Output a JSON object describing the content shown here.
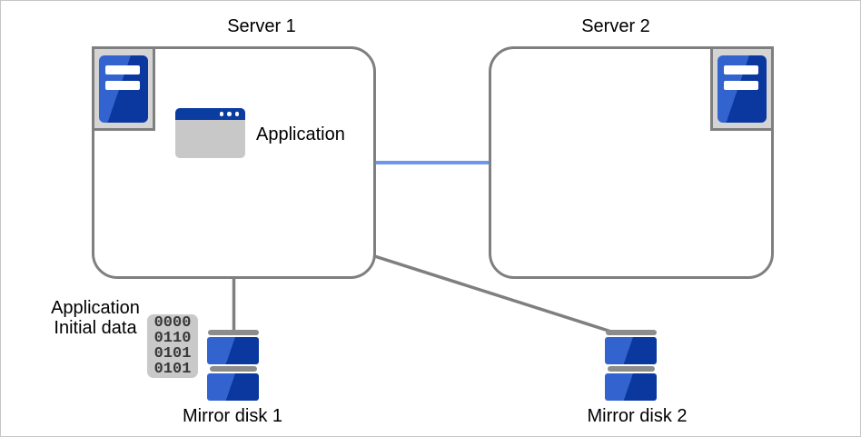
{
  "diagram": {
    "server1": {
      "label": "Server 1"
    },
    "server2": {
      "label": "Server 2"
    },
    "application": {
      "label": "Application"
    },
    "initial_data": {
      "line1": "Application",
      "line2": "Initial data"
    },
    "binary": {
      "rows": [
        "0000",
        "0110",
        "0101",
        "0101"
      ]
    },
    "mirror_disk1": {
      "label": "Mirror disk 1"
    },
    "mirror_disk2": {
      "label": "Mirror disk 2"
    }
  },
  "icons": {
    "server_host": "server-tower-icon",
    "application": "app-window-icon",
    "initial_data": "binary-data-icon",
    "mirror_disk": "disk-stack-icon"
  },
  "colors": {
    "canvas_border": "#C6C6C6",
    "box_border": "#7F7F7F",
    "connector_gray": "#7F7F7F",
    "connector_blue": "#6D97EE",
    "navy_blue": "#0A389E",
    "royal_blue": "#3263CE",
    "titlebar_blue": "#0B3DA0",
    "icon_frame_fill": "#D4D4D4",
    "window_body_gray": "#C8C8C8",
    "binary_box_fill": "#C9C9C9",
    "binary_text": "#383838",
    "disk_bar_gray": "#8C8C8C"
  }
}
